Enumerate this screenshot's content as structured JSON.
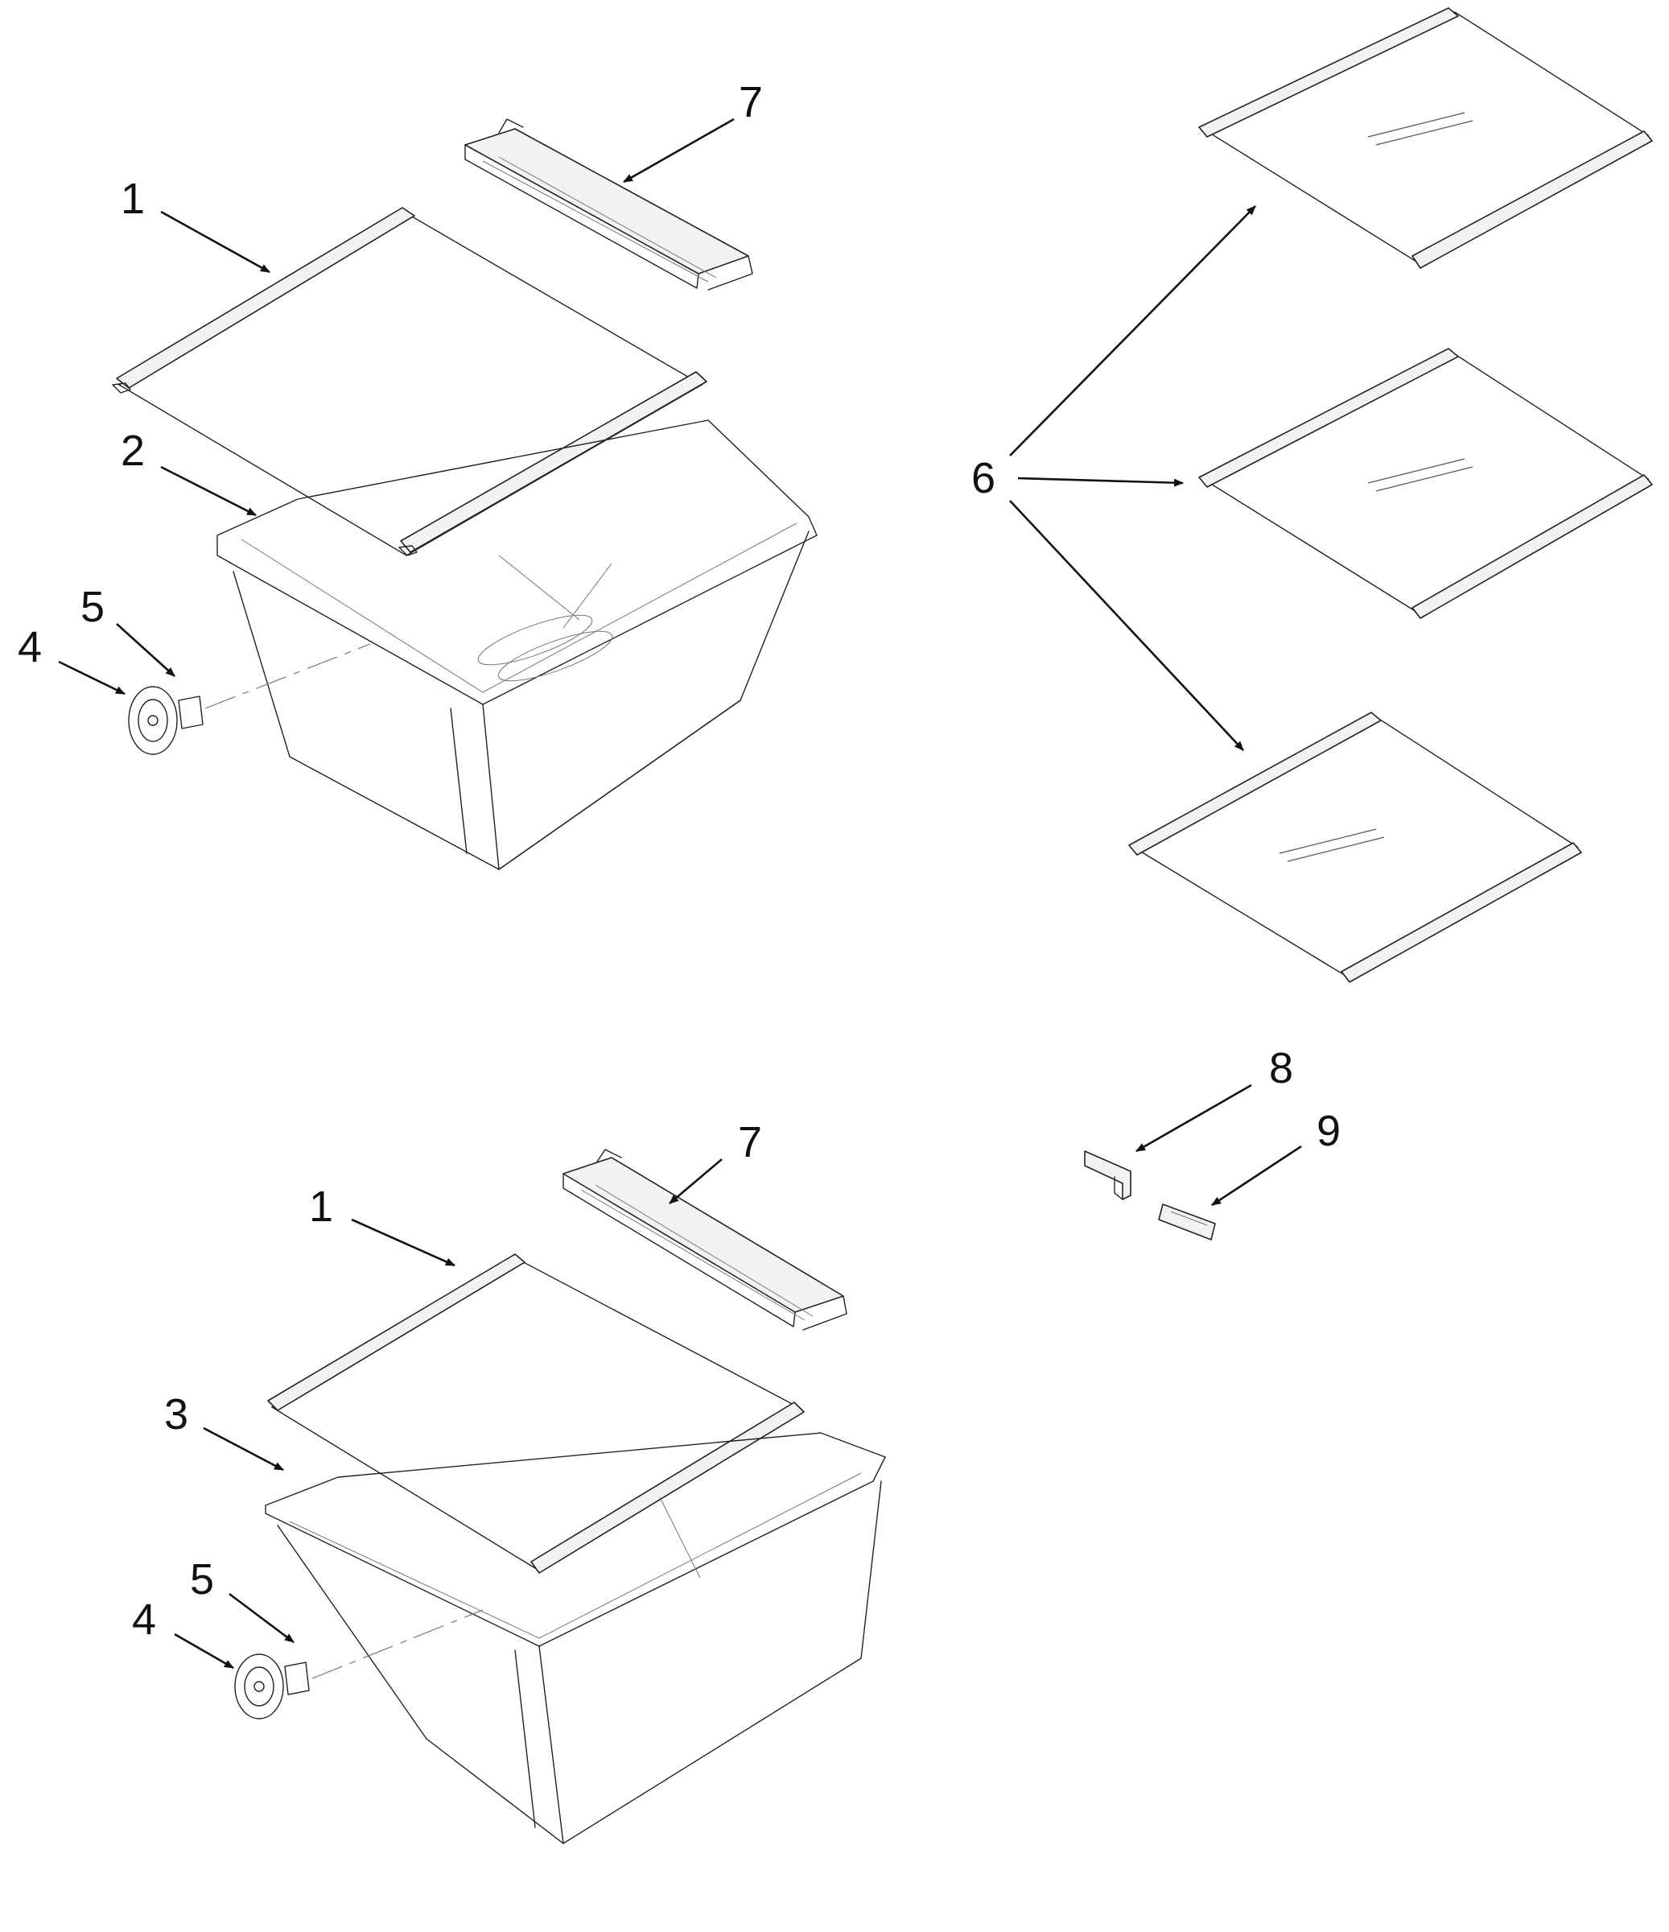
{
  "diagram": {
    "callouts": {
      "c1a": "1",
      "c7a": "7",
      "c2": "2",
      "c5a": "5",
      "c4a": "4",
      "c6": "6",
      "c1b": "1",
      "c7b": "7",
      "c3": "3",
      "c5b": "5",
      "c4b": "4",
      "c8": "8",
      "c9": "9"
    }
  }
}
